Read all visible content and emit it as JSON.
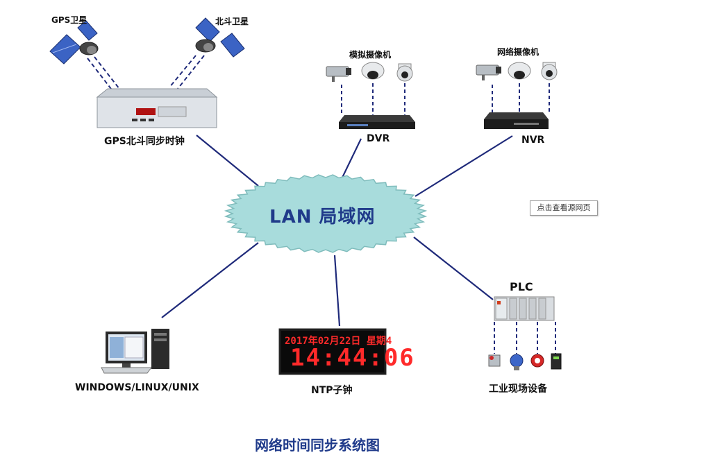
{
  "diagram": {
    "caption": "网络时间同步系统图",
    "hub_label": "LAN 局域网",
    "source_button": "点击查看源网页",
    "nodes": {
      "gps_sat": "GPS卫星",
      "beidou_sat": "北斗卫星",
      "gps_clock": "GPS北斗同步时钟",
      "analog_cam": "模拟摄像机",
      "dvr": "DVR",
      "net_cam": "网络摄像机",
      "nvr": "NVR",
      "windows": "WINDOWS/LINUX/UNIX",
      "ntp_clock": "NTP子钟",
      "plc": "PLC",
      "field": "工业现场设备"
    },
    "clock_display": {
      "date": "2017年02月22日 星期4",
      "time": "14:44:06"
    },
    "colors": {
      "link": "#1f2a7a",
      "hub_fill": "#a8dcdc",
      "hub_stroke": "#7fbcbc",
      "text_blue": "#1f3a8a",
      "clock_red": "#ff2a2a"
    }
  }
}
